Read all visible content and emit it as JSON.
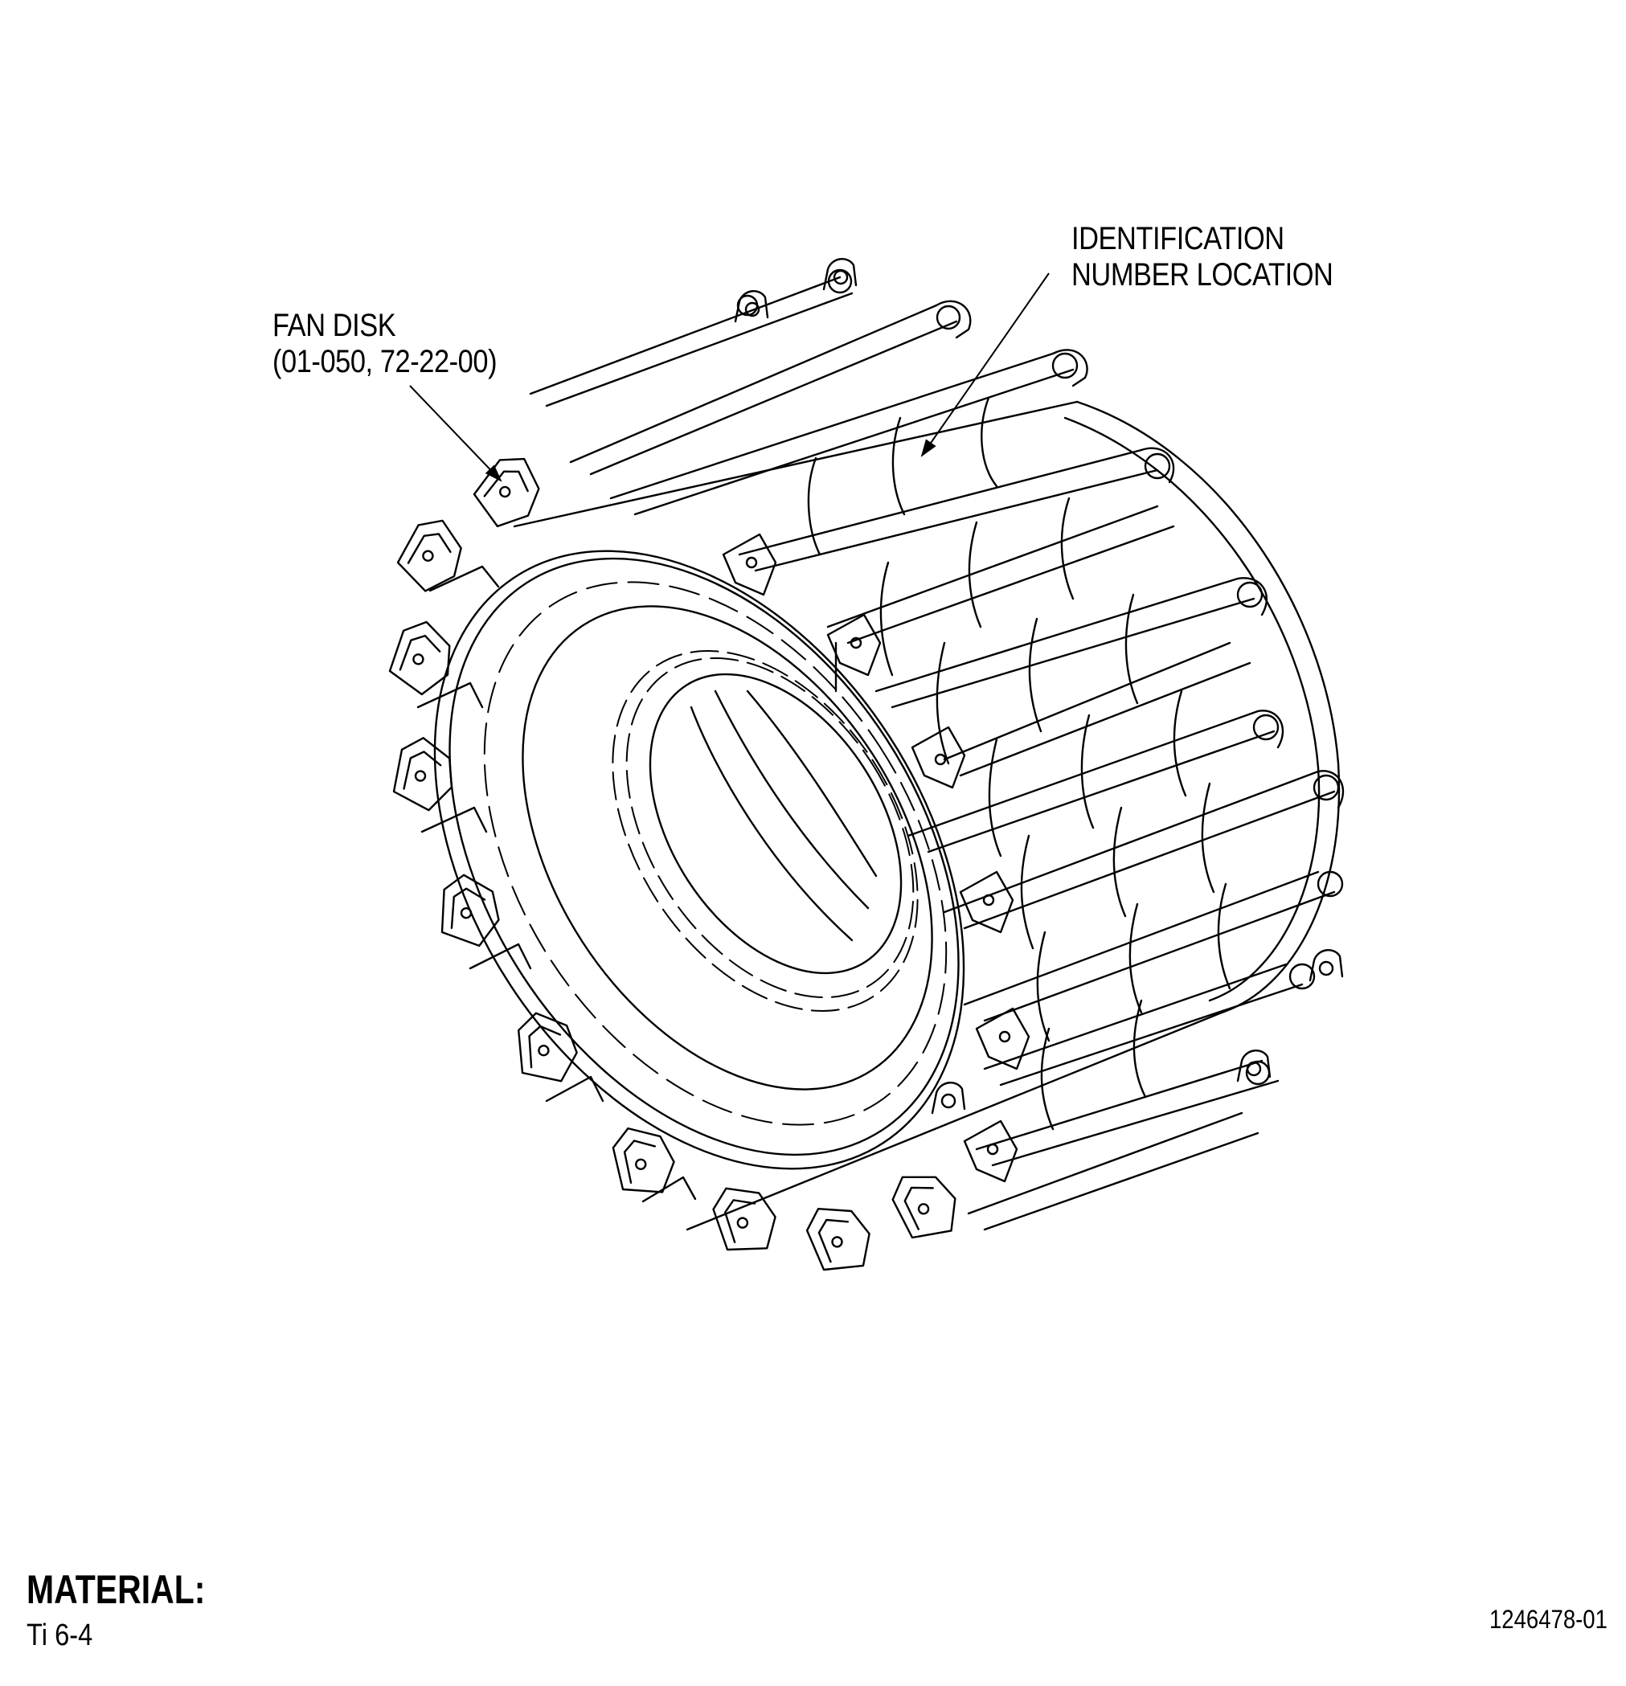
{
  "callouts": {
    "fan_disk": {
      "line1": "FAN DISK",
      "line2": "(01-050, 72-22-00)"
    },
    "identification": {
      "line1": "IDENTIFICATION",
      "line2": "NUMBER LOCATION"
    }
  },
  "material": {
    "heading": "MATERIAL:",
    "value": "Ti 6-4"
  },
  "figure_number": "1246478-01",
  "colors": {
    "line": "#000000",
    "background": "#ffffff"
  }
}
